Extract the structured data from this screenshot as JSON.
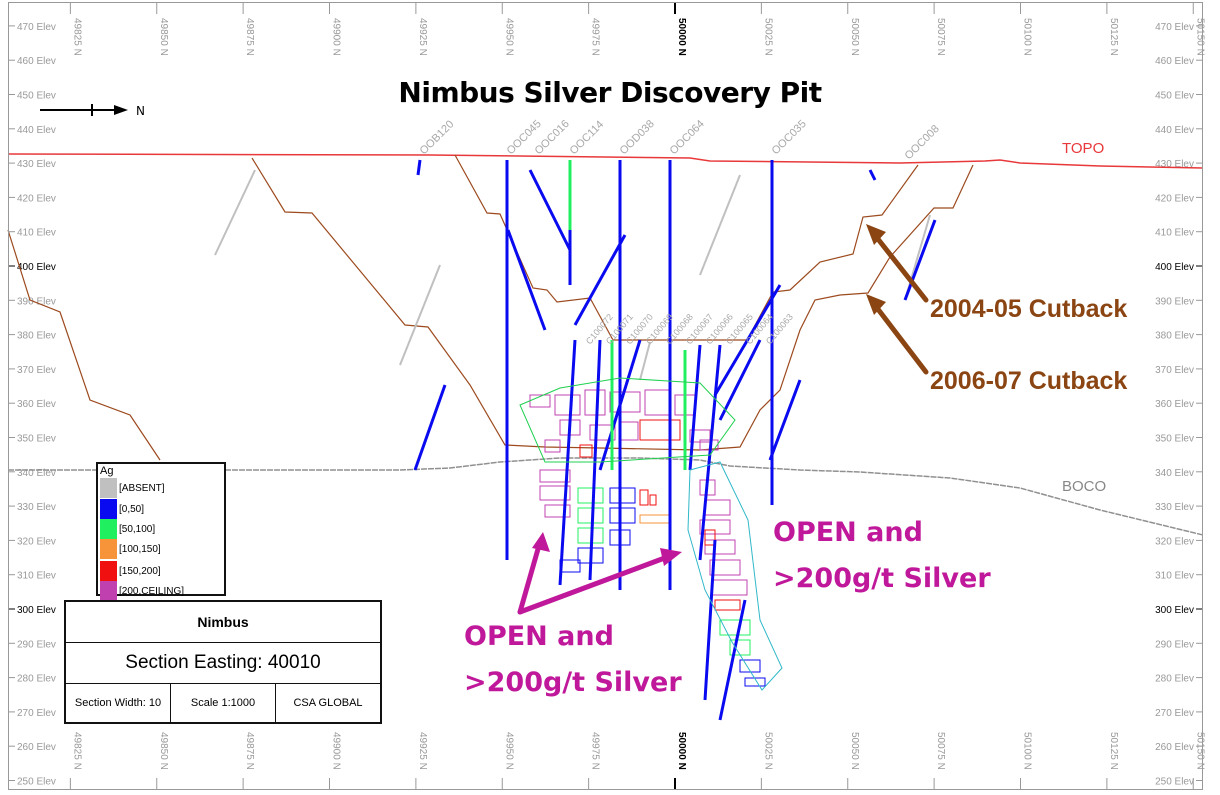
{
  "title": "Nimbus Silver Discovery Pit",
  "north_label": "N",
  "colors": {
    "topo": "#E8383A",
    "pit": "#9C4A1E",
    "boco": "#909090",
    "annotation_brown": "#8B4513",
    "annotation_magenta": "#C0189A",
    "drill_blue": "#1010E0",
    "drill_gray": "#B0B0B0"
  },
  "surfaces": {
    "topo_label": "TOPO",
    "boco_label": "BOCO"
  },
  "annotations": {
    "cutback_1": "2004-05  Cutback",
    "cutback_2": "2006-07  Cutback",
    "open_right_1": "OPEN and",
    "open_right_2": ">200g/t Silver",
    "open_left_1": "OPEN and",
    "open_left_2": ">200g/t Silver"
  },
  "elevation_axis": {
    "labels": [
      "470 Elev",
      "460 Elev",
      "450 Elev",
      "440 Elev",
      "430 Elev",
      "420 Elev",
      "410 Elev",
      "400 Elev",
      "390 Elev",
      "380 Elev",
      "370 Elev",
      "360 Elev",
      "350 Elev",
      "340 Elev",
      "330 Elev",
      "320 Elev",
      "310 Elev",
      "300 Elev",
      "290 Elev",
      "280 Elev",
      "270 Elev",
      "260 Elev",
      "250 Elev"
    ],
    "values": [
      470,
      460,
      450,
      440,
      430,
      420,
      410,
      400,
      390,
      380,
      370,
      360,
      350,
      340,
      330,
      320,
      310,
      300,
      290,
      280,
      270,
      260,
      250
    ],
    "major": [
      400,
      300
    ]
  },
  "northing_axis": {
    "labels": [
      "49825 N",
      "49850 N",
      "49875 N",
      "49900 N",
      "49925 N",
      "49950 N",
      "49975 N",
      "50000 N",
      "50025 N",
      "50050 N",
      "50075 N",
      "50100 N",
      "50125 N",
      "50150 N"
    ],
    "values": [
      49825,
      49850,
      49875,
      49900,
      49925,
      49950,
      49975,
      50000,
      50025,
      50050,
      50075,
      50100,
      50125,
      50150
    ],
    "major": [
      50000
    ]
  },
  "drillholes": [
    "OOB120",
    "OOC045",
    "OOC016",
    "OOC114",
    "OOD038",
    "OOC064",
    "OOC035",
    "OOC008"
  ],
  "drillholes_small": [
    "C100072",
    "C100071",
    "C100070",
    "C100069",
    "C100068",
    "C100067",
    "C100066",
    "C100065",
    "C100064",
    "C100063"
  ],
  "legend": {
    "title": "Ag",
    "items": [
      {
        "label": "[ABSENT]",
        "color": "#C0C0C0"
      },
      {
        "label": "[0,50]",
        "color": "#0A0AF0"
      },
      {
        "label": "[50,100]",
        "color": "#20F060"
      },
      {
        "label": "[100,150]",
        "color": "#F7943A"
      },
      {
        "label": "[150,200]",
        "color": "#F01010"
      },
      {
        "label": "[200,CEILING]",
        "color": "#C040B0"
      }
    ]
  },
  "title_block": {
    "project": "Nimbus",
    "section": "Section Easting: 40010",
    "width": "Section Width: 10",
    "scale": "Scale 1:1000",
    "company": "CSA GLOBAL"
  }
}
